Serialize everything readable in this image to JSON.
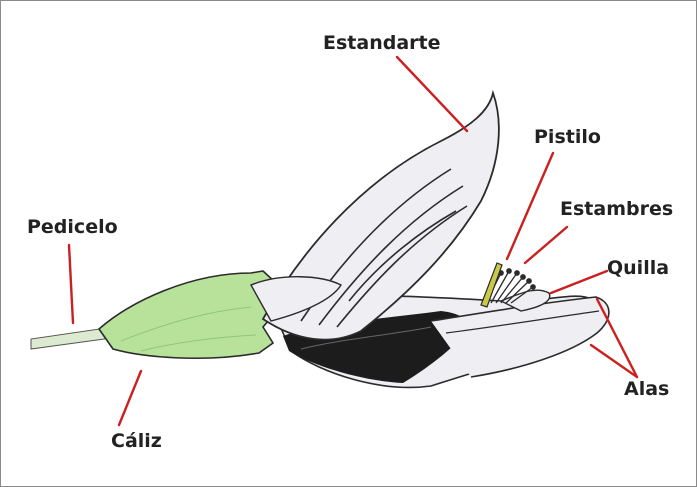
{
  "labels": {
    "estandarte": "Estandarte",
    "pistilo": "Pistilo",
    "estambres": "Estambres",
    "pedicelo": "Pedicelo",
    "quilla": "Quilla",
    "alas": "Alas",
    "caliz": "Cáliz"
  },
  "colors": {
    "leader_lines": "#cc1f1f",
    "calyx": "#b8e29a",
    "petal": "#eeeef3",
    "outline": "#2b2b2b",
    "shade": "#1c1c1c",
    "pistil": "#c9c94a"
  }
}
